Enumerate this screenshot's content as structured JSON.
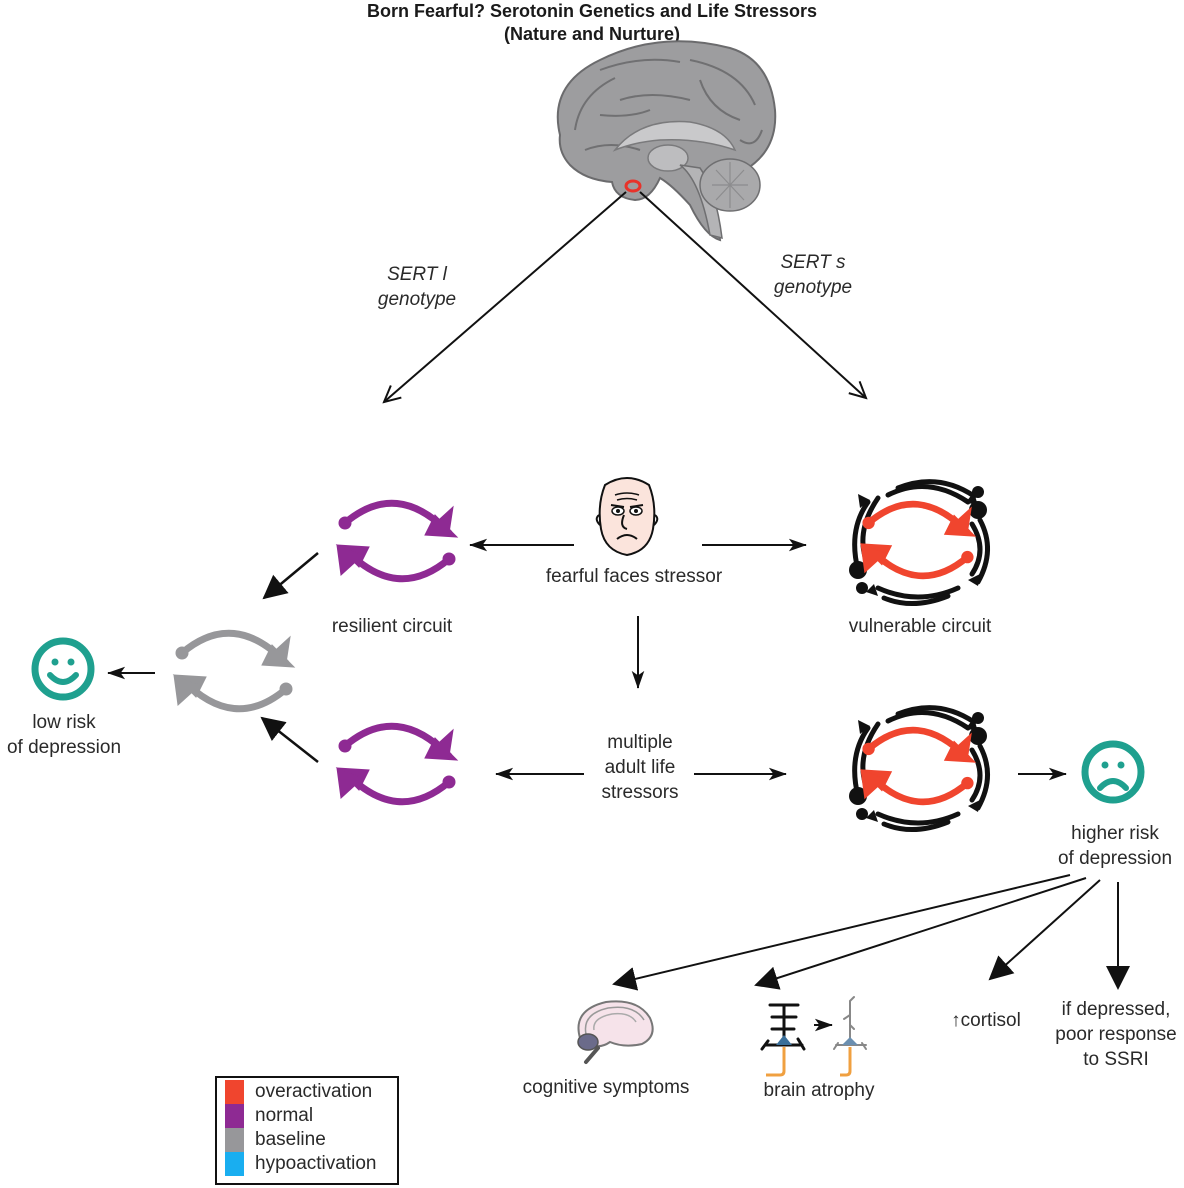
{
  "title": {
    "line1": "Born Fearful? Serotonin Genetics and Life Stressors",
    "line2": "(Nature and Nurture)"
  },
  "genotypes": {
    "left": {
      "line1": "SERT l",
      "line2": "genotype"
    },
    "right": {
      "line1": "SERT s",
      "line2": "genotype"
    }
  },
  "nodes": {
    "fearful_faces": "fearful faces stressor",
    "resilient_circuit": "resilient circuit",
    "vulnerable_circuit": "vulnerable circuit",
    "life_stressors": {
      "line1": "multiple",
      "line2": "adult life",
      "line3": "stressors"
    },
    "low_risk": {
      "line1": "low risk",
      "line2": "of depression"
    },
    "higher_risk": {
      "line1": "higher risk",
      "line2": "of depression"
    }
  },
  "outcomes": {
    "cognitive": "cognitive symptoms",
    "atrophy": "brain atrophy",
    "cortisol_arrow": "↑",
    "cortisol": "cortisol",
    "ssri": {
      "line1": "if depressed,",
      "line2": "poor response",
      "line3": "to SSRI"
    }
  },
  "legend": [
    {
      "label": "overactivation",
      "color": "#f0452e"
    },
    {
      "label": "normal",
      "color": "#8e2a93"
    },
    {
      "label": "baseline",
      "color": "#97979a"
    },
    {
      "label": "hypoactivation",
      "color": "#19aef0"
    }
  ],
  "colors": {
    "overactivation": "#f0452e",
    "normal": "#8e2a93",
    "baseline": "#97979a",
    "hypoactivation": "#19aef0",
    "face_icon": "#1fa08f"
  }
}
